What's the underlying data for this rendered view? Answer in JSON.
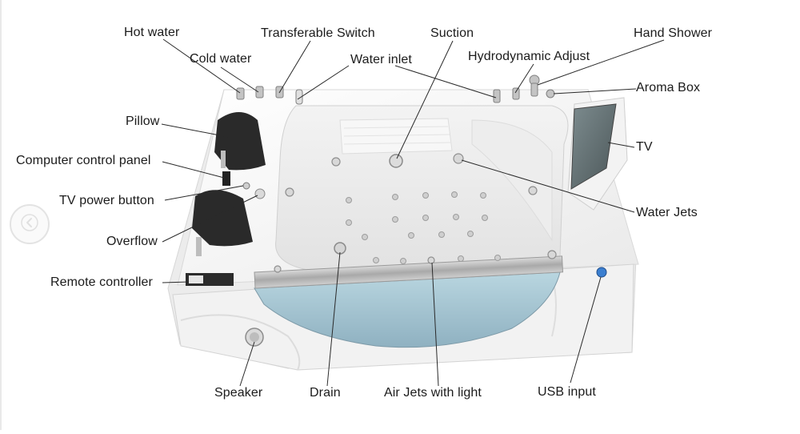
{
  "labels": {
    "hot_water": "Hot water",
    "cold_water": "Cold water",
    "transferable_switch": "Transferable Switch",
    "water_inlet": "Water inlet",
    "suction": "Suction",
    "hydrodynamic_adjust": "Hydrodynamic Adjust",
    "hand_shower": "Hand Shower",
    "aroma_box": "Aroma Box",
    "tv": "TV",
    "pillow": "Pillow",
    "computer_control_panel": "Computer control panel",
    "tv_power_button": "TV power button",
    "overflow": "Overflow",
    "remote_controller": "Remote controller",
    "water_jets": "Water Jets",
    "speaker": "Speaker",
    "drain": "Drain",
    "air_jets_with_light": "Air Jets with light",
    "usb_input": "USB input"
  },
  "colors": {
    "tub_white": "#f6f6f6",
    "pillow_black": "#2a2a2a",
    "glass_blue": "#9fc1cf",
    "steel": "#b9b9b9",
    "usb_blue": "#3b7fd0"
  },
  "icons": {
    "prev_button": "chevron-left-icon"
  }
}
